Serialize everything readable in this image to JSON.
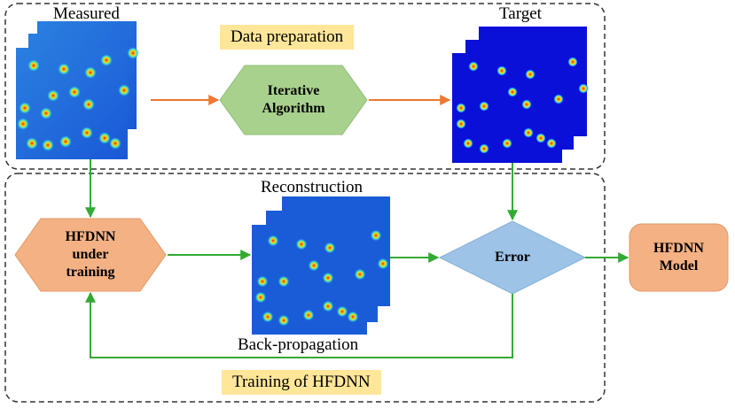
{
  "sections": {
    "data_preparation": "Data preparation",
    "training": "Training of HFDNN"
  },
  "image_labels": {
    "measured": "Measured",
    "target": "Target",
    "reconstruction": "Reconstruction",
    "back_propagation": "Back-propagation"
  },
  "nodes": {
    "iterative_algorithm": [
      "Iterative",
      "Algorithm"
    ],
    "hfdnn_training": [
      "HFDNN",
      "under",
      "training"
    ],
    "error": "Error",
    "hfdnn_model": [
      "HFDNN",
      "Model"
    ]
  },
  "colors": {
    "prep_arrow": "#ee7733",
    "train_arrow": "#33aa33",
    "hexagon_green": "#a9d18e",
    "hexagon_orange": "#f4b183",
    "diamond_blue": "#9dc3e6",
    "model_box": "#f4b183",
    "label_highlight": "#ffe699"
  }
}
